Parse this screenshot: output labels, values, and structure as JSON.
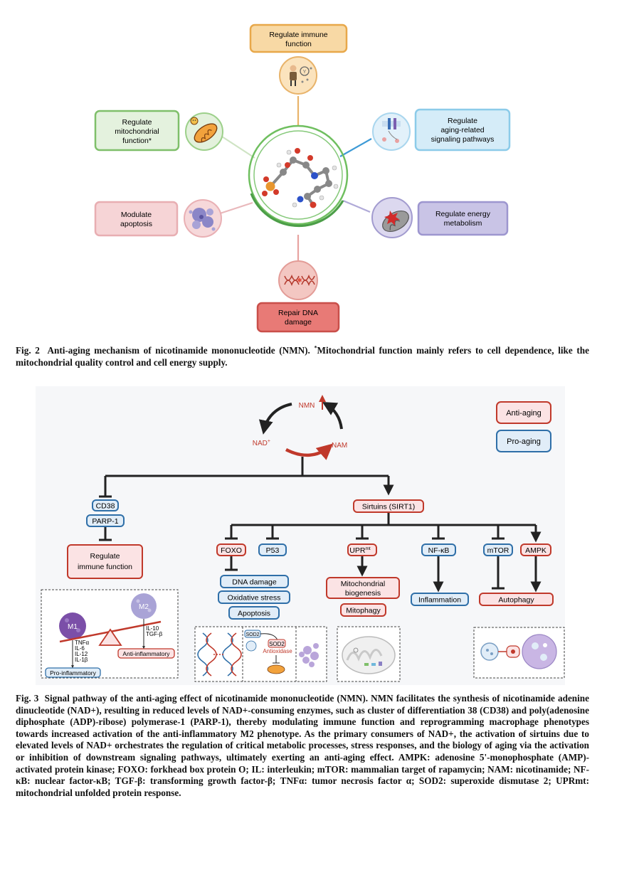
{
  "fig2": {
    "nodes": {
      "immune": [
        "Regulate immune",
        "function"
      ],
      "mito": [
        "Regulate",
        "mitochondrial",
        "function*"
      ],
      "aging_signal": [
        "Regulate",
        "aging-related",
        "signaling pathways"
      ],
      "apoptosis": [
        "Modulate",
        "apoptosis"
      ],
      "energy": [
        "Regulate energy",
        "metabolism"
      ],
      "dna": [
        "Repair DNA",
        "damage"
      ]
    },
    "caption": {
      "label": "Fig. 2",
      "title": "Anti-aging mechanism of nicotinamide mononucleotide (NMN).",
      "note_mark": "*",
      "note": "Mitochondrial function mainly refers to cell dependence, like the mitochondrial quality control and cell energy supply."
    }
  },
  "fig3": {
    "cycle": {
      "nmn": "NMN",
      "nad": "NAD",
      "nad_sup": "+",
      "nam": "NAM"
    },
    "legend": {
      "anti": "Anti-aging",
      "pro": "Pro-aging"
    },
    "nodes": {
      "cd38": "CD38",
      "parp1": "PARP-1",
      "regulate_immune": [
        "Regulate",
        "immune function"
      ],
      "sirtuins": "Sirtuins (SIRT1)",
      "foxo": "FOXO",
      "p53": "P53",
      "upr": "UPR",
      "upr_sup": "mt",
      "nfkb": "NF-κB",
      "mtor": "mTOR",
      "ampk": "AMPK",
      "dna_damage": "DNA damage",
      "oxidative_stress": "Oxidative stress",
      "apoptosis": "Apoptosis",
      "mito_biogenesis": [
        "Mitochondrial",
        "biogenesis"
      ],
      "mitophagy": "Mitophagy",
      "inflammation": "Inflammation",
      "autophagy": "Autophagy"
    },
    "macrophage": {
      "m1": "M1",
      "m2": "M2",
      "m1_cytokines": [
        "TNFα",
        "IL-6",
        "IL-12",
        "IL-1β"
      ],
      "m2_cytokines": [
        "IL-10",
        "TGF-β"
      ],
      "pro_label": "Pro-inflammatory",
      "anti_label": "Anti-inflammatory"
    },
    "oxidative_panel": {
      "sod2": "SOD2",
      "sod2_label": "SOD2",
      "antioxidase": "Antioxidase"
    },
    "caption": {
      "label": "Fig. 3",
      "text": "Signal pathway of the anti-aging effect of nicotinamide mononucleotide (NMN). NMN facilitates the synthesis of nicotinamide adenine dinucleotide (NAD+), resulting in reduced levels of NAD+-consuming enzymes, such as cluster of differentiation 38 (CD38) and poly(adenosine diphosphate (ADP)-ribose) polymerase-1 (PARP-1), thereby modulating immune function and reprogramming macrophage phenotypes towards increased activation of the anti-inflammatory M2 phenotype. As the primary consumers of NAD+, the activation of sirtuins due to elevated levels of NAD+ orchestrates the regulation of critical metabolic processes, stress responses, and the biology of aging via the activation or inhibition of downstream signaling pathways, ultimately exerting an anti-aging effect. AMPK: adenosine 5'-monophosphate (AMP)-activated protein kinase; FOXO: forkhead box protein O; IL: interleukin; mTOR: mammalian target of rapamycin; NAM: nicotinamide; NF-κB: nuclear factor-κB; TGF-β: transforming growth factor-β; TNFα: tumor necrosis factor α; SOD2: superoxide dismutase 2; UPRmt: mitochondrial unfolded protein response."
    }
  },
  "colors": {
    "anti_aging": "#c0392b",
    "pro_aging": "#2f6fa8",
    "immune": "#e8a84a",
    "mito": "#7fbf6a",
    "aging_signal": "#6fb8db",
    "apoptosis": "#e59aa0",
    "energy": "#8a80c4",
    "dna": "#d95757"
  }
}
